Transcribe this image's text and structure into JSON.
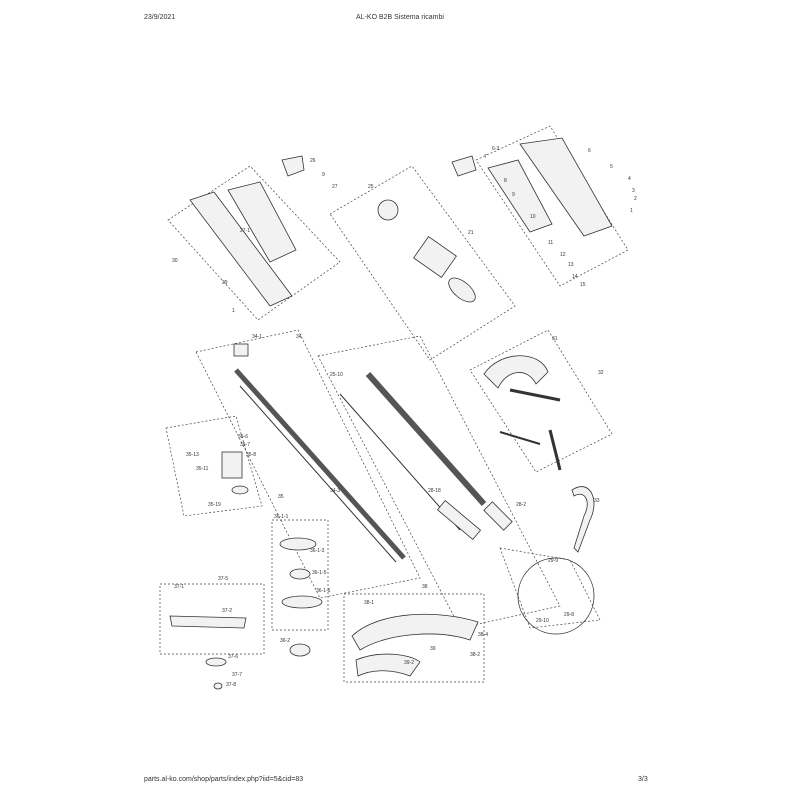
{
  "header": {
    "date": "23/9/2021",
    "title": "AL-KO B2B Sistema ricambi"
  },
  "footer": {
    "url": "parts.al-ko.com/shop/parts/index.php?iid=5&cid=83",
    "page": "3/3"
  },
  "diagram": {
    "part_numbers": [
      "6-3",
      "7",
      "8",
      "6",
      "5",
      "4",
      "3",
      "2",
      "1",
      "9",
      "10",
      "21",
      "11",
      "12",
      "13",
      "14",
      "15",
      "26",
      "9",
      "27",
      "27-1",
      "25",
      "30",
      "29",
      "1",
      "34-1",
      "34",
      "31",
      "25-10",
      "32",
      "35-6",
      "35-7",
      "35-8",
      "35-13",
      "35-11",
      "35-19",
      "34-3",
      "28-18",
      "28-2",
      "33",
      "35",
      "36-1-1",
      "36-1-3",
      "36-1-5",
      "36-1-6",
      "36-2",
      "37-1",
      "37-2",
      "37-5",
      "37-6",
      "37-7",
      "37-8",
      "38",
      "38-1",
      "38-4",
      "38-2",
      "39",
      "39-2",
      "29-9",
      "29-10",
      "29-8"
    ]
  }
}
